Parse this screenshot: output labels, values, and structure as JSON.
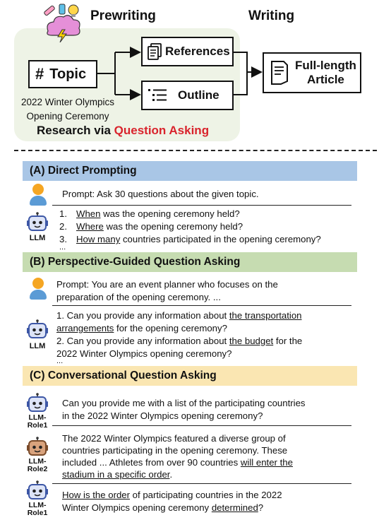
{
  "diagram": {
    "prewriting_label": "Prewriting",
    "writing_label": "Writing",
    "topic_label": "Topic",
    "topic_symbol": "#",
    "references_label": "References",
    "outline_label": "Outline",
    "article_label_line1": "Full-length",
    "article_label_line2": "Article",
    "topic_example_line1": "2022 Winter Olympics",
    "topic_example_line2": "Opening Ceremony",
    "research_prefix": "Research via ",
    "research_highlight": "Question Asking",
    "icons": [
      "brainstorm-icon",
      "documents-icon",
      "outline-list-icon",
      "article-icon"
    ],
    "colors": {
      "prewriting_bg": "#eef3e6",
      "highlight_red": "#d9232c"
    }
  },
  "sections": {
    "a": {
      "title": "(A) Direct Prompting",
      "color": "#a9c6e6",
      "prompt": "Prompt: Ask 30 questions about the given topic.",
      "llm_label": "LLM",
      "q1_num": "1.",
      "q1_u": "When",
      "q1_rest": " was the opening ceremony held?",
      "q2_num": "2.",
      "q2_u": "Where",
      "q2_rest": " was the opening ceremony held?",
      "q3_num": "3.",
      "q3_u": "How many",
      "q3_rest": " countries participated in the opening ceremony?",
      "ellipsis": "..."
    },
    "b": {
      "title": "(B) Perspective-Guided Question Asking",
      "color": "#c6dcb1",
      "prompt_line1": "Prompt: You are an event planner who focuses on the",
      "prompt_line2": "preparation of the opening ceremony. ...",
      "llm_label": "LLM",
      "q1_pre": "1. Can you provide any information about ",
      "q1_u1": "the transportation",
      "q1_u2": "arrangements",
      "q1_rest": " for the opening ceremony?",
      "q2_pre": "2. Can you provide any information about ",
      "q2_u": "the budget",
      "q2_rest": " for the",
      "q2_line2": "2022 Winter Olympics opening ceremony?",
      "ellipsis": "..."
    },
    "c": {
      "title": "(C) Conversational Question Asking",
      "color": "#fae6b2",
      "role1_a": "LLM-",
      "role1_b": "Role1",
      "role2_a": "LLM-",
      "role2_b": "Role2",
      "msg1_line1": "Can you provide me with a list of the participating countries",
      "msg1_line2": "in the 2022 Winter Olympics opening ceremony?",
      "msg2_line1": "The 2022 Winter Olympics featured a diverse group of",
      "msg2_line2": "countries participating in the opening ceremony. These",
      "msg2_line3_pre": "included ... Athletes from over 90 countries ",
      "msg2_line3_u": "will enter the",
      "msg2_line4_u": "stadium in a specific order",
      "msg2_line4_rest": ".",
      "msg3_line1_u": "How is the order",
      "msg3_line1_rest": " of participating countries in the 2022",
      "msg3_line2_pre": "Winter Olympics opening ceremony ",
      "msg3_line2_u": "determined",
      "msg3_line2_rest": "?"
    }
  }
}
